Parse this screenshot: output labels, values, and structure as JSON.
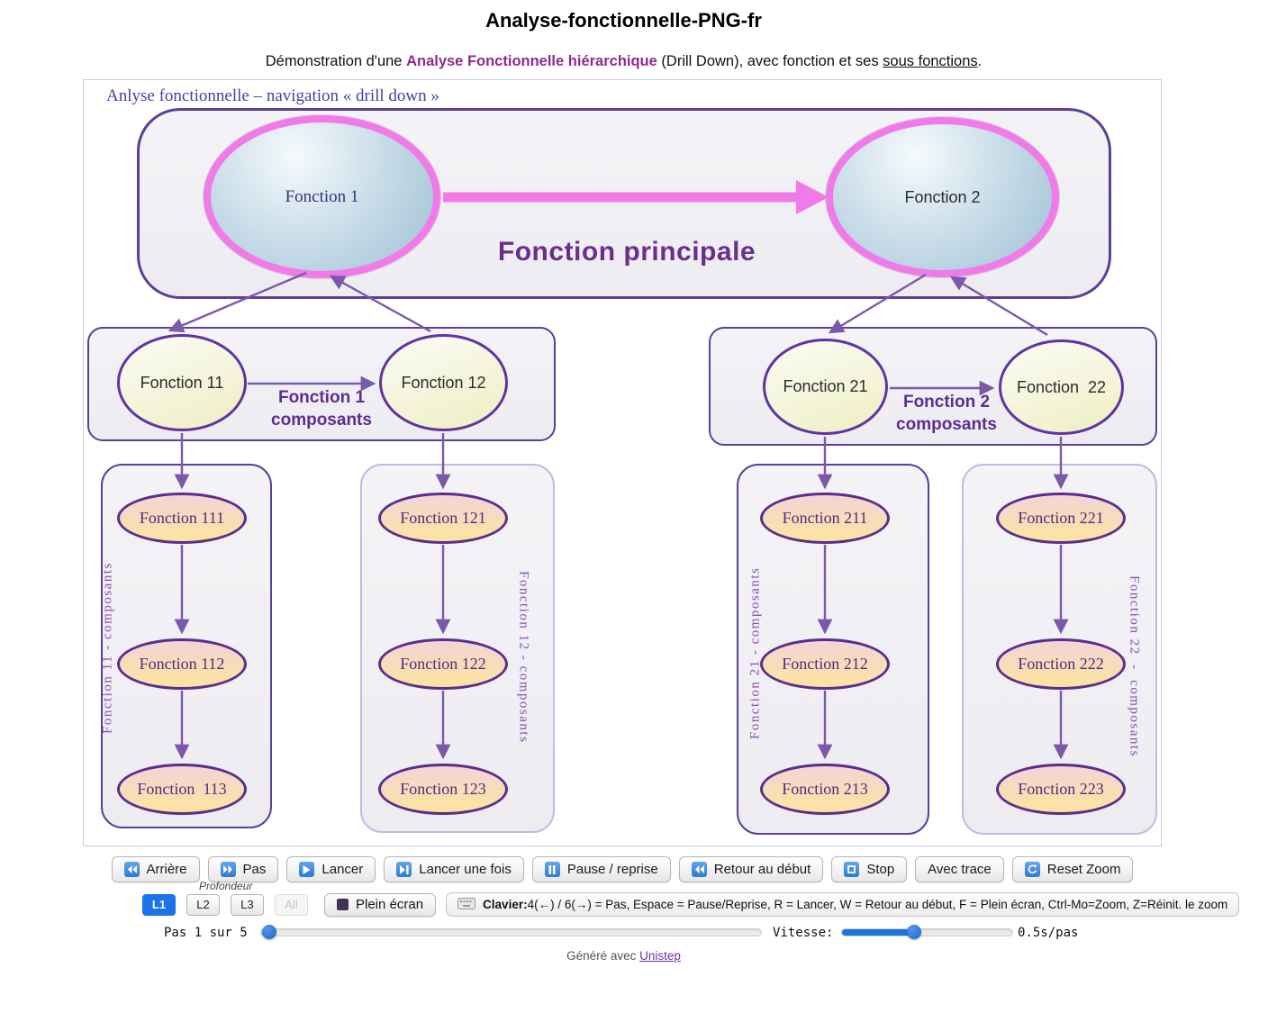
{
  "page": {
    "title": "Analyse-fonctionnelle-PNG-fr",
    "subtitle": {
      "prefix": "Démonstration d'une ",
      "highlight": "Analyse Fonctionnelle hiérarchique",
      "middle": " (Drill Down), avec fonction et ses ",
      "link": "sous fonctions",
      "suffix": "."
    }
  },
  "diagram": {
    "header": "Anlyse fonctionnelle – navigation « drill down »",
    "main_group": {
      "caption": "Fonction principale",
      "node1": "Fonction 1",
      "node2": "Fonction 2"
    },
    "group1": {
      "caption_line1": "Fonction 1",
      "caption_line2": "composants",
      "node1": "Fonction 11",
      "node2": "Fonction 12"
    },
    "group2": {
      "caption_line1": "Fonction 2",
      "caption_line2": "composants",
      "node1": "Fonction 21",
      "node2": "Fonction  22"
    },
    "columns": [
      {
        "side_label": "Fonction 11 - composants",
        "nodes": [
          "Fonction 111",
          "Fonction 112",
          "Fonction  113"
        ]
      },
      {
        "side_label": "Fonction 12 - composants",
        "nodes": [
          "Fonction 121",
          "Fonction 122",
          "Fonction 123"
        ]
      },
      {
        "side_label": "Fonction 21 - composants",
        "nodes": [
          "Fonction 211",
          "Fonction 212",
          "Fonction 213"
        ]
      },
      {
        "side_label": "Fonction 22  -  composants",
        "nodes": [
          "Fonction 221",
          "Fonction 222",
          "Fonction 223"
        ]
      }
    ]
  },
  "controls": {
    "buttons": {
      "back": "Arrière",
      "step": "Pas",
      "run": "Lancer",
      "run_once": "Lancer une fois",
      "pause": "Pause / reprise",
      "restart": "Retour au début",
      "stop": "Stop",
      "trace": "Avec trace",
      "reset_zoom": "Reset Zoom"
    },
    "depth": {
      "label": "Profondeur",
      "l1": "L1",
      "l2": "L2",
      "l3": "L3",
      "all": "All"
    },
    "fullscreen": "Plein écran",
    "keyboard": {
      "bold": "Clavier:",
      "text": "4(←) / 6(→) = Pas, Espace = Pause/Reprise, R = Lancer, W = Retour au début, F = Plein écran, Ctrl-Mo=Zoom, Z=Réinit. le zoom"
    },
    "step_status": "Pas 1 sur 5",
    "speed_label": "Vitesse:",
    "speed_value": "0.5s/pas"
  },
  "footer": {
    "prefix": "Généré avec ",
    "link": "Unistep"
  },
  "colors": {
    "accent_pink": "#f07ae8",
    "accent_purple": "#5e2d91",
    "node_border": "#6232a2",
    "arrow": "#7c58ab",
    "active_button": "#1a73e8",
    "slider_blue": "#1b76e0"
  }
}
